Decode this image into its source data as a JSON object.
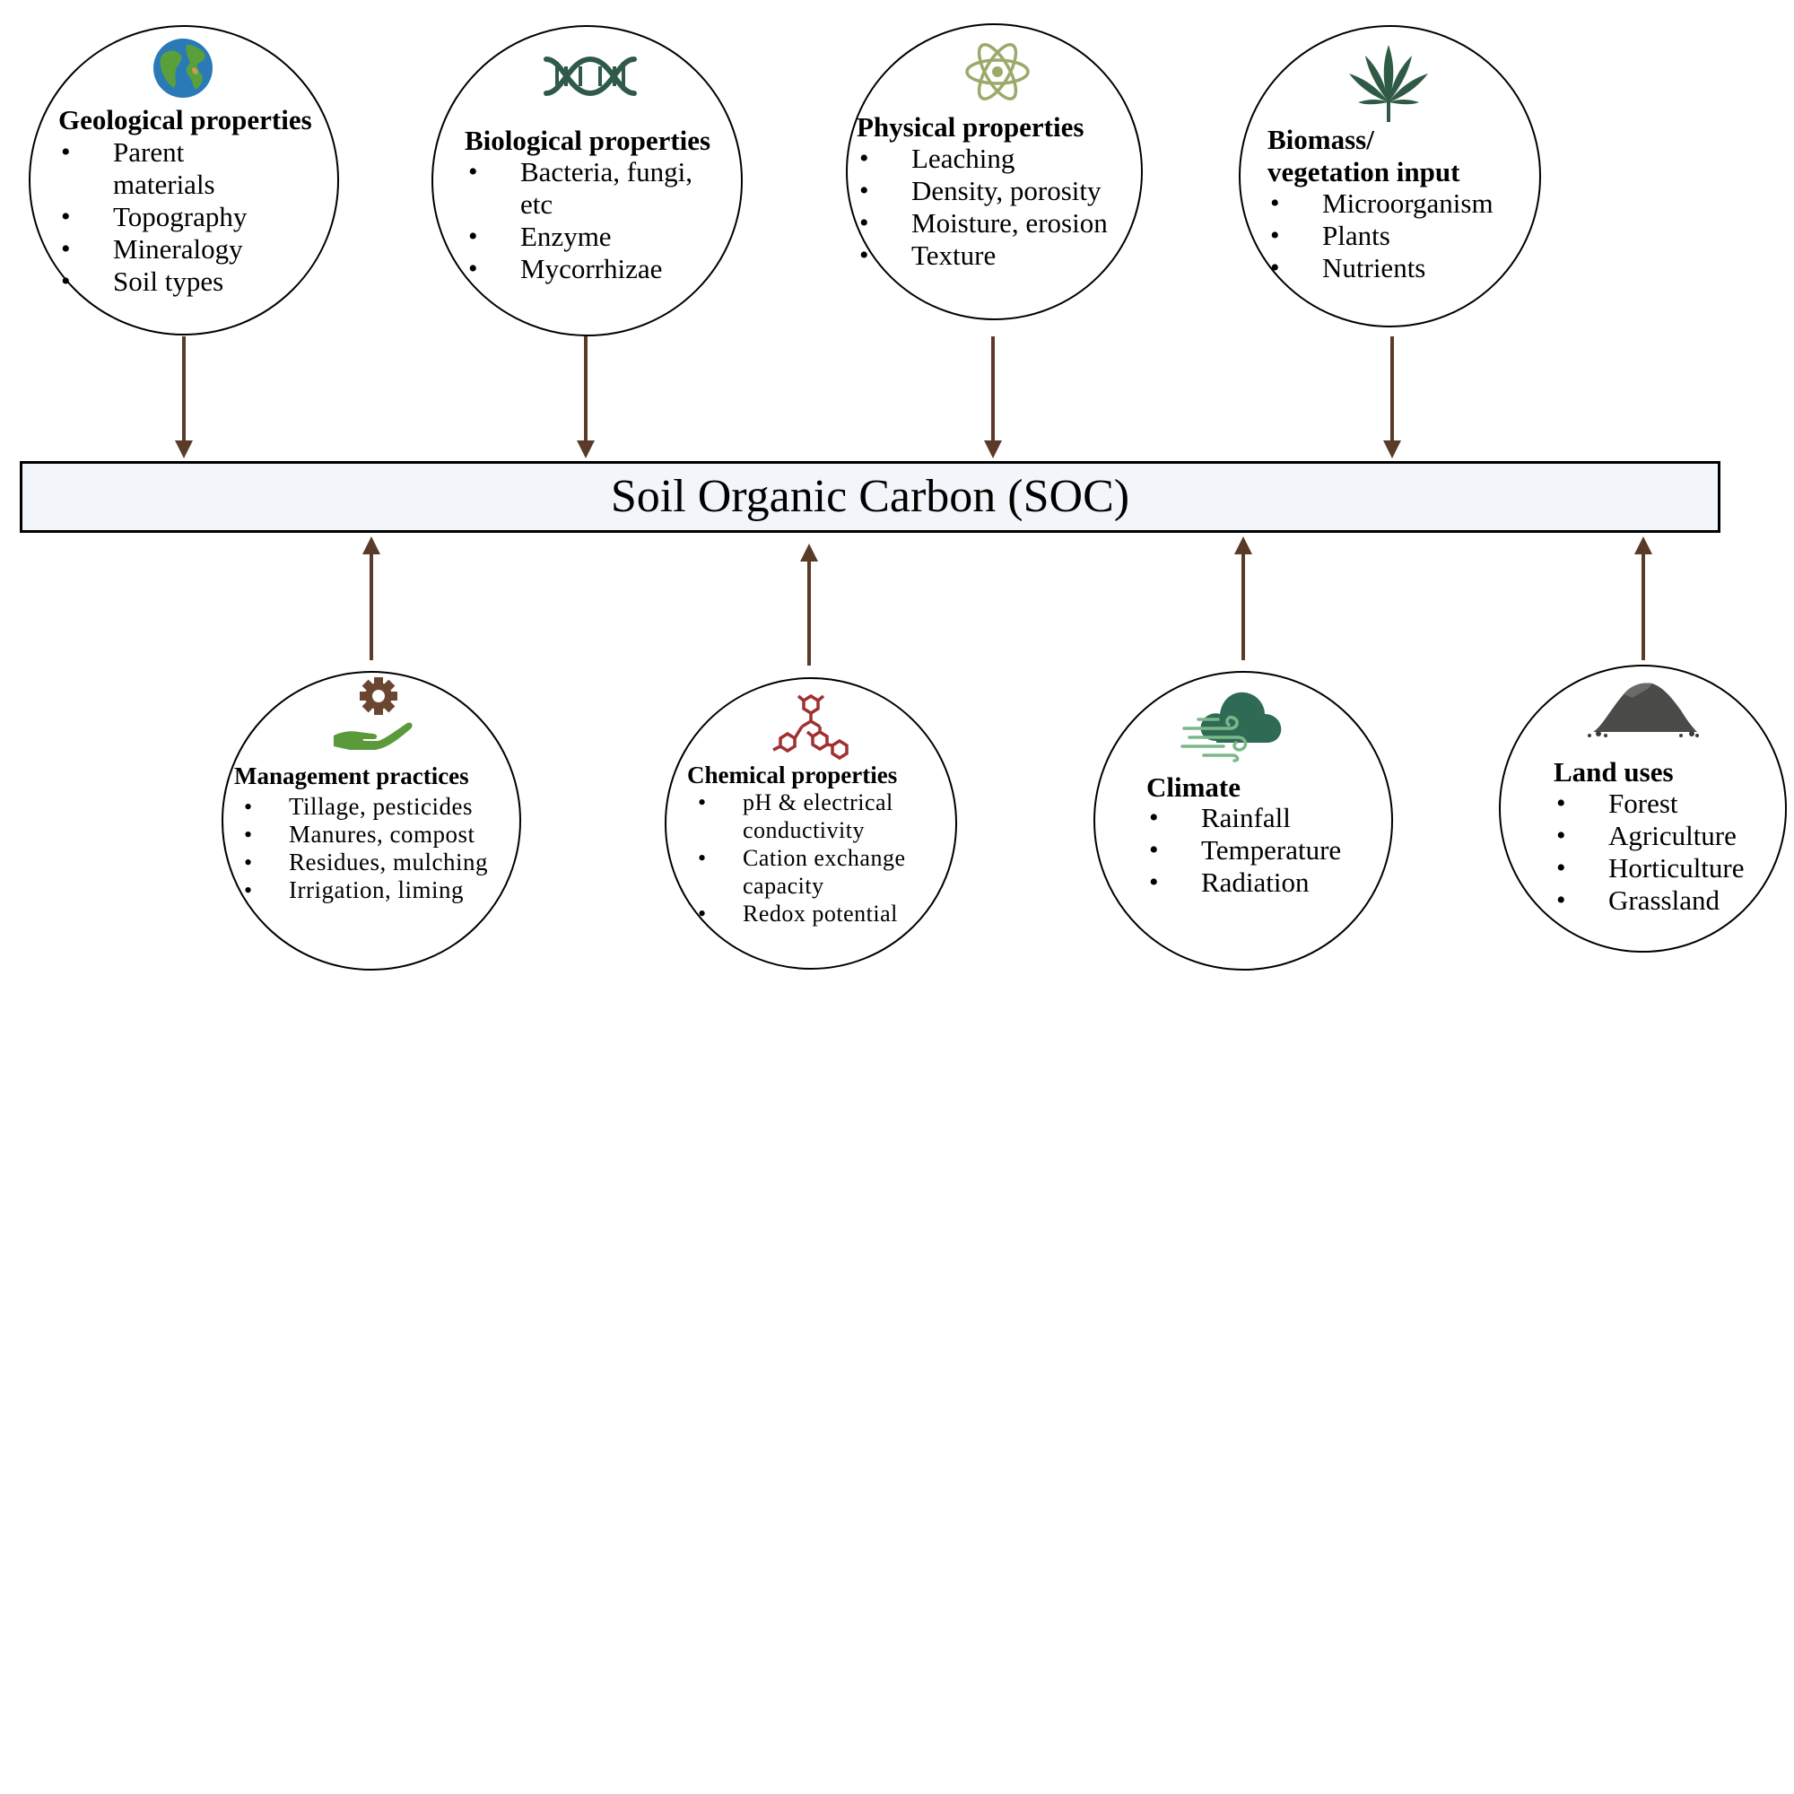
{
  "center": {
    "label": "Soil Organic Carbon (SOC)"
  },
  "top_nodes": [
    {
      "title": "Geological properties",
      "icon": "globe-icon",
      "items": [
        "Parent materials",
        "Topography",
        "Mineralogy",
        "Soil types"
      ]
    },
    {
      "title": "Biological properties",
      "icon": "dna-icon",
      "items": [
        "Bacteria, fungi, etc",
        "Enzyme",
        "Mycorrhizae"
      ]
    },
    {
      "title": "Physical properties",
      "icon": "atom-icon",
      "items": [
        "Leaching",
        "Density, porosity",
        "Moisture, erosion",
        "Texture"
      ]
    },
    {
      "title": "Biomass/ vegetation input",
      "title_line1": "Biomass/",
      "title_line2": "vegetation input",
      "icon": "leaf-icon",
      "items": [
        "Microorganism",
        "Plants",
        "Nutrients"
      ]
    }
  ],
  "bottom_nodes": [
    {
      "title": "Management practices",
      "icon": "hand-gear-icon",
      "items": [
        "Tillage, pesticides",
        "Manures, compost",
        "Residues, mulching",
        "Irrigation, liming"
      ]
    },
    {
      "title": "Chemical properties",
      "icon": "molecule-icon",
      "items": [
        "pH & electrical conductivity",
        "Cation exchange capacity",
        "Redox potential"
      ]
    },
    {
      "title": "Climate",
      "icon": "cloud-wind-icon",
      "items": [
        "Rainfall",
        "Temperature",
        "Radiation"
      ]
    },
    {
      "title": "Land uses",
      "icon": "soil-pile-icon",
      "items": [
        "Forest",
        "Agriculture",
        "Horticulture",
        "Grassland"
      ]
    }
  ],
  "colors": {
    "arrow": "#5a3a28",
    "box_fill": "#f2f5fa",
    "dna": "#2f5a4a",
    "atom": "#9aaa6a",
    "leaf": "#2f5a45",
    "gear": "#6a4532",
    "hand": "#5a9a3a",
    "molecule": "#a03030",
    "cloud": "#2f6a55",
    "wind": "#7ab88a",
    "soil": "#4a4a48"
  }
}
